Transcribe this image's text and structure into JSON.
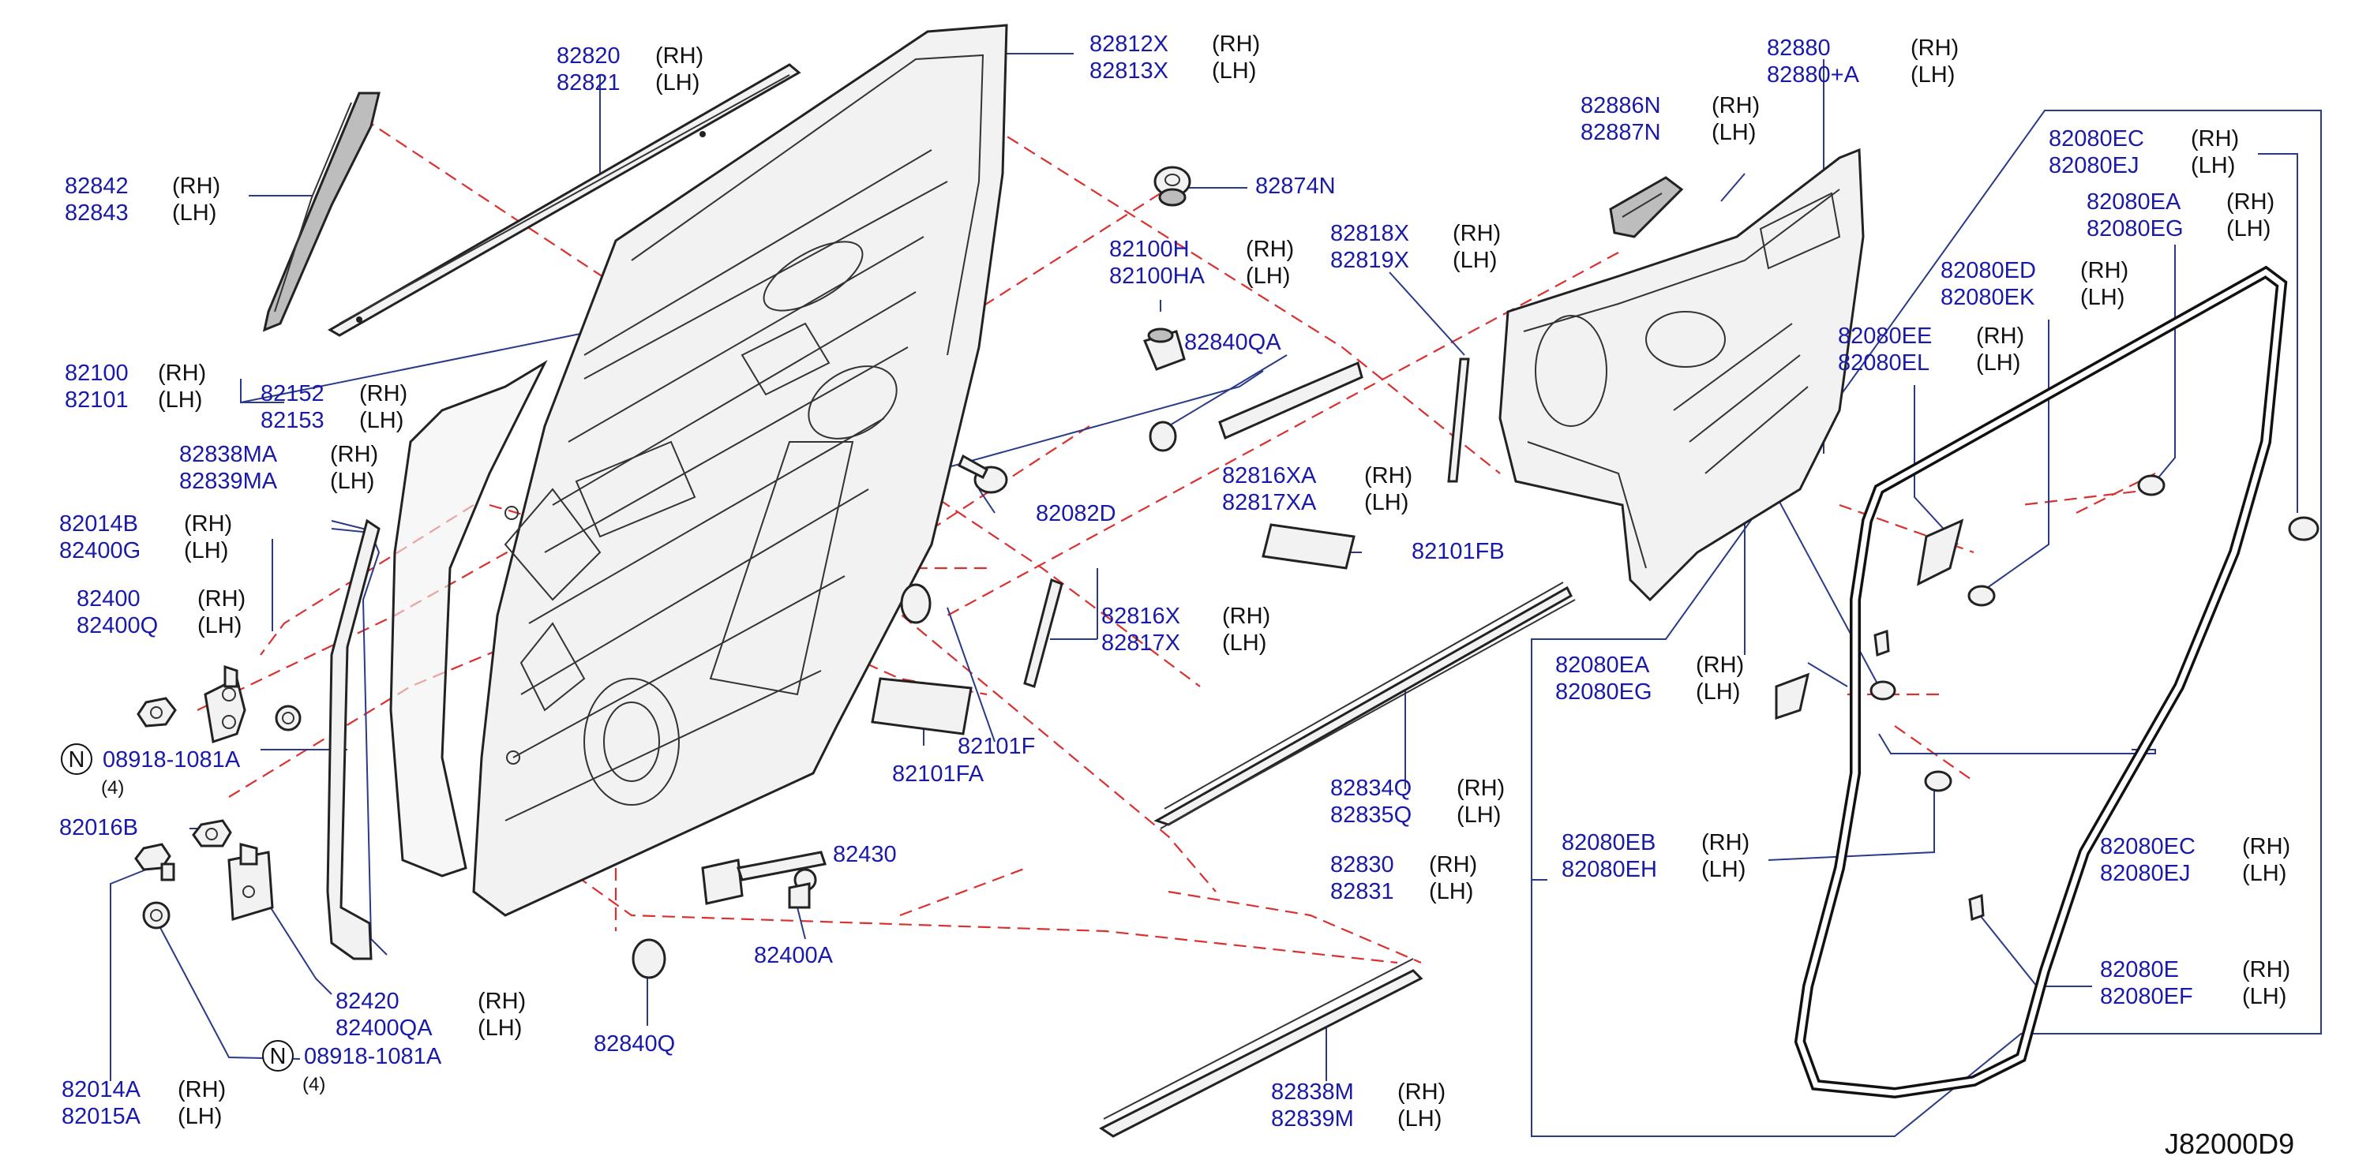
{
  "diagram_code": "J82000D9",
  "callouts": [
    {
      "id": "c-82820",
      "parts": [
        "82820",
        "82821"
      ],
      "sides": [
        "(RH)",
        "(LH)"
      ]
    },
    {
      "id": "c-82812x",
      "parts": [
        "82812X",
        "82813X"
      ],
      "sides": [
        "(RH)",
        "(LH)"
      ]
    },
    {
      "id": "c-82880",
      "parts": [
        "82880",
        "82880+A"
      ],
      "sides": [
        "(RH)",
        "(LH)"
      ]
    },
    {
      "id": "c-82886n",
      "parts": [
        "82886N",
        "82887N"
      ],
      "sides": [
        "(RH)",
        "(LH)"
      ]
    },
    {
      "id": "c-82080ec-top",
      "parts": [
        "82080EC",
        "82080EJ"
      ],
      "sides": [
        "(RH)",
        "(LH)"
      ]
    },
    {
      "id": "c-82080ea-top",
      "parts": [
        "82080EA",
        "82080EG"
      ],
      "sides": [
        "(RH)",
        "(LH)"
      ]
    },
    {
      "id": "c-82842",
      "parts": [
        "82842",
        "82843"
      ],
      "sides": [
        "(RH)",
        "(LH)"
      ]
    },
    {
      "id": "c-82874n",
      "parts": [
        "82874N"
      ],
      "sides": []
    },
    {
      "id": "c-82100h",
      "parts": [
        "82100H",
        "82100HA"
      ],
      "sides": [
        "(RH)",
        "(LH)"
      ]
    },
    {
      "id": "c-82818x",
      "parts": [
        "82818X",
        "82819X"
      ],
      "sides": [
        "(RH)",
        "(LH)"
      ]
    },
    {
      "id": "c-82080ed",
      "parts": [
        "82080ED",
        "82080EK"
      ],
      "sides": [
        "(RH)",
        "(LH)"
      ]
    },
    {
      "id": "c-82080ee",
      "parts": [
        "82080EE",
        "82080EL"
      ],
      "sides": [
        "(RH)",
        "(LH)"
      ]
    },
    {
      "id": "c-82100",
      "parts": [
        "82100",
        "82101"
      ],
      "sides": [
        "(RH)",
        "(LH)"
      ]
    },
    {
      "id": "c-82152",
      "parts": [
        "82152",
        "82153"
      ],
      "sides": [
        "(RH)",
        "(LH)"
      ]
    },
    {
      "id": "c-82840qa",
      "parts": [
        "82840QA"
      ],
      "sides": []
    },
    {
      "id": "c-82838ma",
      "parts": [
        "82838MA",
        "82839MA"
      ],
      "sides": [
        "(RH)",
        "(LH)"
      ]
    },
    {
      "id": "c-82816xa",
      "parts": [
        "82816XA",
        "82817XA"
      ],
      "sides": [
        "(RH)",
        "(LH)"
      ]
    },
    {
      "id": "c-82082d",
      "parts": [
        "82082D"
      ],
      "sides": []
    },
    {
      "id": "c-82014b",
      "parts": [
        "82014B",
        "82400G"
      ],
      "sides": [
        "(RH)",
        "(LH)"
      ]
    },
    {
      "id": "c-82101fb",
      "parts": [
        "82101FB"
      ],
      "sides": []
    },
    {
      "id": "c-82400",
      "parts": [
        "82400",
        "82400Q"
      ],
      "sides": [
        "(RH)",
        "(LH)"
      ]
    },
    {
      "id": "c-82816x",
      "parts": [
        "82816X",
        "82817X"
      ],
      "sides": [
        "(RH)",
        "(LH)"
      ]
    },
    {
      "id": "c-82080ea-mid",
      "parts": [
        "82080EA",
        "82080EG"
      ],
      "sides": [
        "(RH)",
        "(LH)"
      ]
    },
    {
      "id": "c-82101f",
      "parts": [
        "82101F"
      ],
      "sides": []
    },
    {
      "id": "c-82101fa",
      "parts": [
        "82101FA"
      ],
      "sides": []
    },
    {
      "id": "c-82834q",
      "parts": [
        "82834Q",
        "82835Q"
      ],
      "sides": [
        "(RH)",
        "(LH)"
      ]
    },
    {
      "id": "c-82016b",
      "parts": [
        "82016B"
      ],
      "sides": []
    },
    {
      "id": "c-82080eb",
      "parts": [
        "82080EB",
        "82080EH"
      ],
      "sides": [
        "(RH)",
        "(LH)"
      ]
    },
    {
      "id": "c-82080ec-bot",
      "parts": [
        "82080EC",
        "82080EJ"
      ],
      "sides": [
        "(RH)",
        "(LH)"
      ]
    },
    {
      "id": "c-82430",
      "parts": [
        "82430"
      ],
      "sides": []
    },
    {
      "id": "c-82830",
      "parts": [
        "82830",
        "82831"
      ],
      "sides": [
        "(RH)",
        "(LH)"
      ]
    },
    {
      "id": "c-82400a",
      "parts": [
        "82400A"
      ],
      "sides": []
    },
    {
      "id": "c-82080e",
      "parts": [
        "82080E",
        "82080EF"
      ],
      "sides": [
        "(RH)",
        "(LH)"
      ]
    },
    {
      "id": "c-82420",
      "parts": [
        "82420",
        "82400QA"
      ],
      "sides": [
        "(RH)",
        "(LH)"
      ]
    },
    {
      "id": "c-82840q",
      "parts": [
        "82840Q"
      ],
      "sides": []
    },
    {
      "id": "c-82838m",
      "parts": [
        "82838M",
        "82839M"
      ],
      "sides": [
        "(RH)",
        "(LH)"
      ]
    },
    {
      "id": "c-82014a",
      "parts": [
        "82014A",
        "82015A"
      ],
      "sides": [
        "(RH)",
        "(LH)"
      ]
    }
  ],
  "bolt_notes": [
    {
      "id": "n-top",
      "symbol": "N",
      "part": "08918-1081A",
      "qty": "(4)"
    },
    {
      "id": "n-bot",
      "symbol": "N",
      "part": "08918-1081A",
      "qty": "(4)"
    }
  ]
}
